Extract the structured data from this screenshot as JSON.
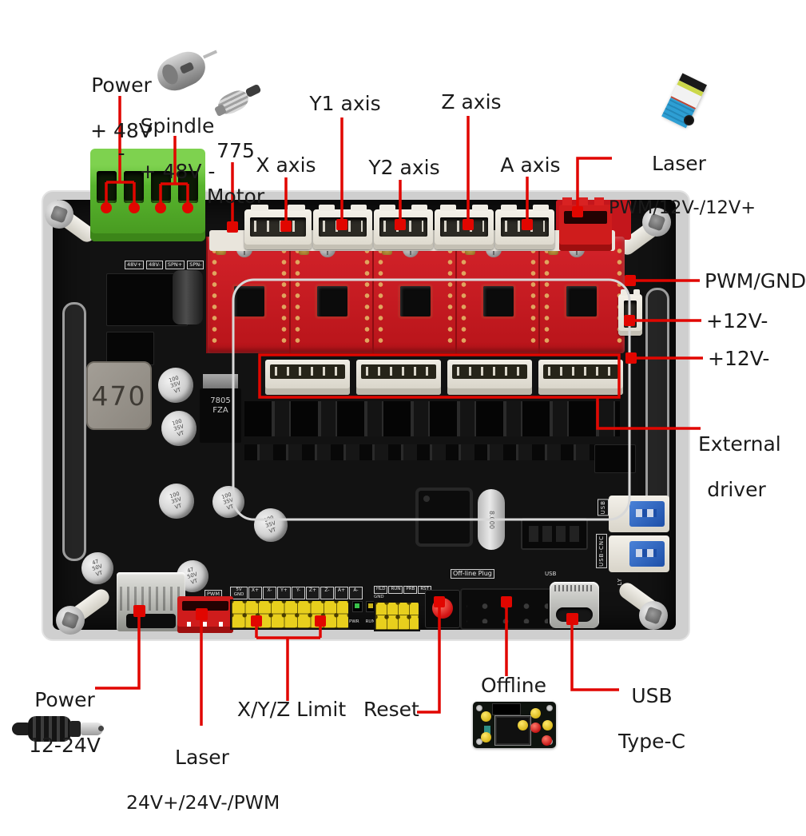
{
  "annotations": {
    "power_48v": {
      "l1": "Power",
      "l2": "+ 48V -"
    },
    "spindle_48v": {
      "l1": "Spindle",
      "l2": "+ 48V -"
    },
    "motor_775": {
      "l1": "775",
      "l2": "Motor"
    },
    "x_axis": "X axis",
    "y1_axis": "Y1 axis",
    "y2_axis": "Y2 axis",
    "z_axis": "Z axis",
    "a_axis": "A axis",
    "laser_pwm": {
      "l1": "Laser",
      "l2": "PWM/12V-/12V+"
    },
    "pwm_gnd": "PWM/GND",
    "plus12_a": "+12V-",
    "plus12_b": "+12V-",
    "external_driver": {
      "l1": "External",
      "l2": "driver"
    },
    "power_12_24": {
      "l1": "Power",
      "l2": "12-24V"
    },
    "laser_24v": {
      "l1": "Laser",
      "l2": "24V+/24V-/PWM"
    },
    "xyz_limit": "X/Y/Z Limit",
    "reset": "Reset",
    "offline": "Offline",
    "usb_type_c": {
      "l1": "USB",
      "l2": "Type-C"
    }
  },
  "silkscreen": {
    "power_terminal": [
      "48V+",
      "48V-",
      "SPN+",
      "SPN-"
    ],
    "limit_power": "5V\nGND",
    "limit_pins": [
      "X+",
      "X-",
      "Y+",
      "Y-",
      "Z+",
      "Z-",
      "A+",
      "A-"
    ],
    "led_labels": [
      "PWR",
      "RUN"
    ],
    "ctrl_pins": [
      "HLD",
      "RUN",
      "PRB",
      "RST"
    ],
    "ctrl_gnd": "GND",
    "pwm": "PWM",
    "offline_plug": "Off-line Plug",
    "usb": "USB",
    "usb_conn": "USB",
    "usb_cnc_conn": "USB-CNC",
    "ly": "LY"
  },
  "components": {
    "inductor": "470",
    "regulator": "7805\nFZA",
    "cap_100": "100\n35V\nVT",
    "cap_47": "47\n50V\nVT",
    "crystal": "8.000"
  },
  "colors": {
    "annotation_red": "#e10600",
    "pcb_black": "#121212",
    "driver_red": "#c4161c",
    "terminal_green": "#58b52e",
    "header_yellow": "#e8cf1d",
    "laser_blue": "#2e9fd4"
  }
}
